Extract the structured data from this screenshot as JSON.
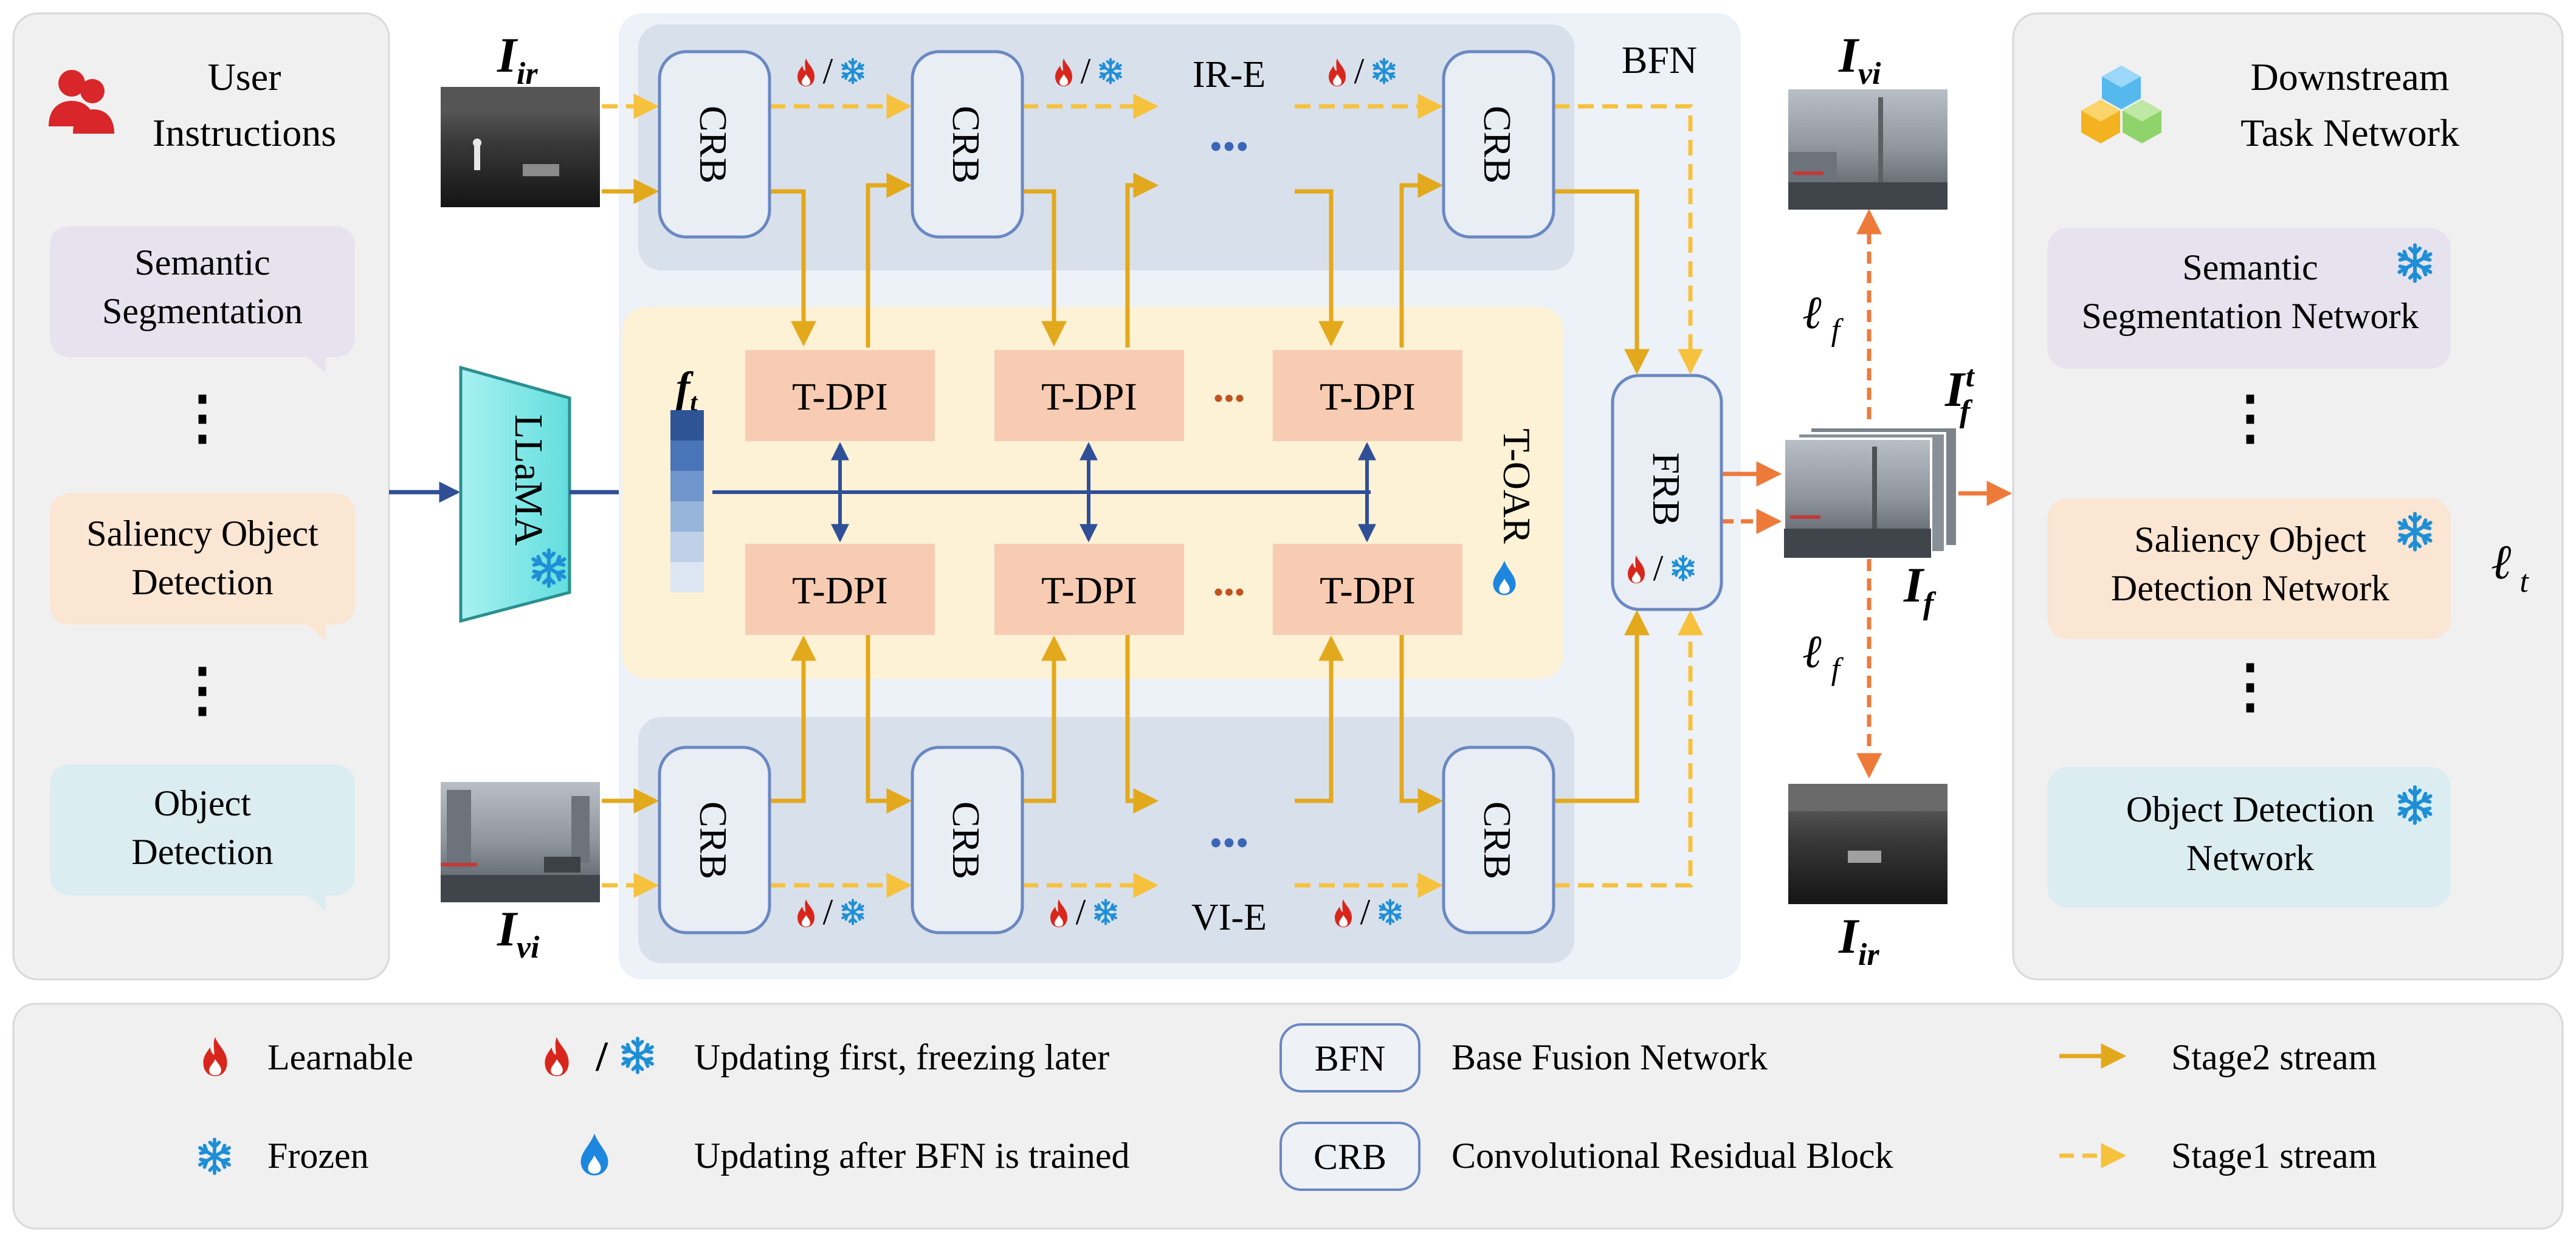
{
  "user_panel": {
    "title_line1": "User",
    "title_line2": "Instructions",
    "tasks": [
      {
        "line1": "Semantic",
        "line2": "Segmentation"
      },
      {
        "line1": "Saliency Object",
        "line2": "Detection"
      },
      {
        "line1": "Object",
        "line2": "Detection"
      }
    ],
    "ellipsis": "⋮"
  },
  "llama": {
    "label": "LLaMA"
  },
  "bfn": {
    "label": "BFN",
    "ir_encoder": "IR-E",
    "vi_encoder": "VI-E",
    "block": "CRB",
    "dots": "•••",
    "fusion_block": "FRB"
  },
  "toar": {
    "label": "T-OAR",
    "block": "T-DPI",
    "dots": "•••",
    "feature": {
      "main": "f",
      "sub": "t"
    }
  },
  "images": {
    "ir_in": {
      "main": "I",
      "sub": "ir"
    },
    "vi_in": {
      "main": "I",
      "sub": "vi"
    },
    "vi_out": {
      "main": "I",
      "sub": "vi"
    },
    "ir_out": {
      "main": "I",
      "sub": "ir"
    },
    "fused_t": {
      "main": "I",
      "sub": "f",
      "sup": "t"
    },
    "fused": {
      "main": "I",
      "sub": "f"
    }
  },
  "losses": {
    "lf_symbol": "ℓ",
    "lf_sub": "f",
    "lt_symbol": "ℓ",
    "lt_sub": "t"
  },
  "downstream": {
    "title_line1": "Downstream",
    "title_line2": "Task Network",
    "networks": [
      {
        "line1": "Semantic",
        "line2": "Segmentation Network"
      },
      {
        "line1": "Saliency Object",
        "line2": "Detection Network"
      },
      {
        "line1": "Object Detection",
        "line2": "Network"
      }
    ],
    "ellipsis": "⋮"
  },
  "legend": {
    "learnable": "Learnable",
    "frozen": "Frozen",
    "update_freeze": "Updating first, freezing later",
    "update_after": "Updating after BFN is trained",
    "bfn_abbr": "BFN",
    "bfn_full": "Base Fusion Network",
    "crb_abbr": "CRB",
    "crb_full": "Convolutional Residual Block",
    "stage2": "Stage2 stream",
    "stage1": "Stage1 stream",
    "slash": "/"
  },
  "colors": {
    "solid_arrow": "#e3a91c",
    "dashed_arrow": "#f6c23e",
    "orange_arrow": "#ee7a3a",
    "blue_arrow": "#2f4f97",
    "flame": "#d9261c",
    "snow": "#1e8fd6",
    "drop": "#1d86de"
  }
}
